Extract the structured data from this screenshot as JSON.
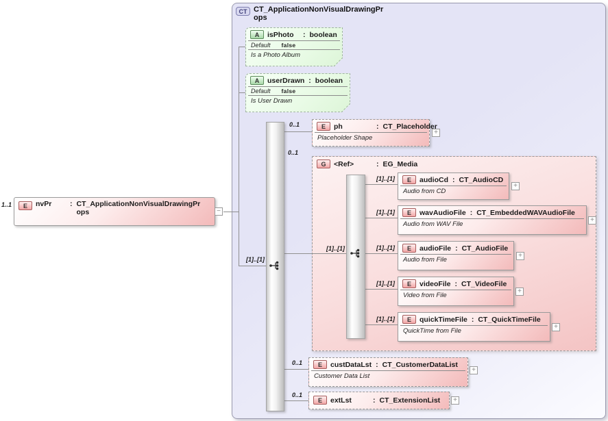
{
  "diagram": {
    "root": {
      "cardinality": "1..1",
      "badge": "E",
      "name": "nvPr",
      "colon": ":",
      "type": "CT_ApplicationNonVisualDrawingPr\nops",
      "collapse_glyph": "−"
    },
    "container": {
      "badge": "CT",
      "title": "CT_ApplicationNonVisualDrawingPr\nops",
      "sequence_cardinality": "[1]..[1]",
      "attributes": [
        {
          "badge": "A",
          "name": "isPhoto",
          "colon": ":",
          "type": "boolean",
          "default_label": "Default",
          "default_value": "false",
          "annotation": "Is a Photo Album"
        },
        {
          "badge": "A",
          "name": "userDrawn",
          "colon": ":",
          "type": "boolean",
          "default_label": "Default",
          "default_value": "false",
          "annotation": "Is User Drawn"
        }
      ],
      "ph": {
        "cardinality": "0..1",
        "badge": "E",
        "name": "ph",
        "colon": ":",
        "type": "CT_Placeholder",
        "annotation": "Placeholder Shape",
        "expand_glyph": "+"
      },
      "media_group": {
        "cardinality": "0..1",
        "badge": "G",
        "name": "<Ref>",
        "colon": ":",
        "type": "EG_Media",
        "sequence_cardinality": "[1]..[1]",
        "members": [
          {
            "cardinality": "[1]..[1]",
            "badge": "E",
            "name": "audioCd",
            "colon": ":",
            "type": "CT_AudioCD",
            "annotation": "Audio from CD",
            "expand_glyph": "+"
          },
          {
            "cardinality": "[1]..[1]",
            "badge": "E",
            "name": "wavAudioFile",
            "colon": ":",
            "type": "CT_EmbeddedWAVAudioFile",
            "annotation": "Audio from WAV File",
            "expand_glyph": "+"
          },
          {
            "cardinality": "[1]..[1]",
            "badge": "E",
            "name": "audioFile",
            "colon": ":",
            "type": "CT_AudioFile",
            "annotation": "Audio from File",
            "expand_glyph": "+"
          },
          {
            "cardinality": "[1]..[1]",
            "badge": "E",
            "name": "videoFile",
            "colon": ":",
            "type": "CT_VideoFile",
            "annotation": "Video from File",
            "expand_glyph": "+"
          },
          {
            "cardinality": "[1]..[1]",
            "badge": "E",
            "name": "quickTimeFile",
            "colon": ":",
            "type": "CT_QuickTimeFile",
            "annotation": "QuickTime from File",
            "expand_glyph": "+"
          }
        ]
      },
      "custDataLst": {
        "cardinality": "0..1",
        "badge": "E",
        "name": "custDataLst",
        "colon": ":",
        "type": "CT_CustomerDataList",
        "annotation": "Customer Data List",
        "expand_glyph": "+"
      },
      "extLst": {
        "cardinality": "0..1",
        "badge": "E",
        "name": "extLst",
        "colon": ":",
        "type": "CT_ExtensionList",
        "expand_glyph": "+"
      }
    },
    "colors": {
      "element_fill": "#f3baba",
      "attribute_fill": "#e9fbe6",
      "container_fill": "#e4e4f6",
      "element_badge_border": "#a65c5c",
      "attribute_badge_border": "#5a8a5a",
      "container_badge_border": "#7d7dae",
      "connector": "#8f8f8f"
    }
  }
}
